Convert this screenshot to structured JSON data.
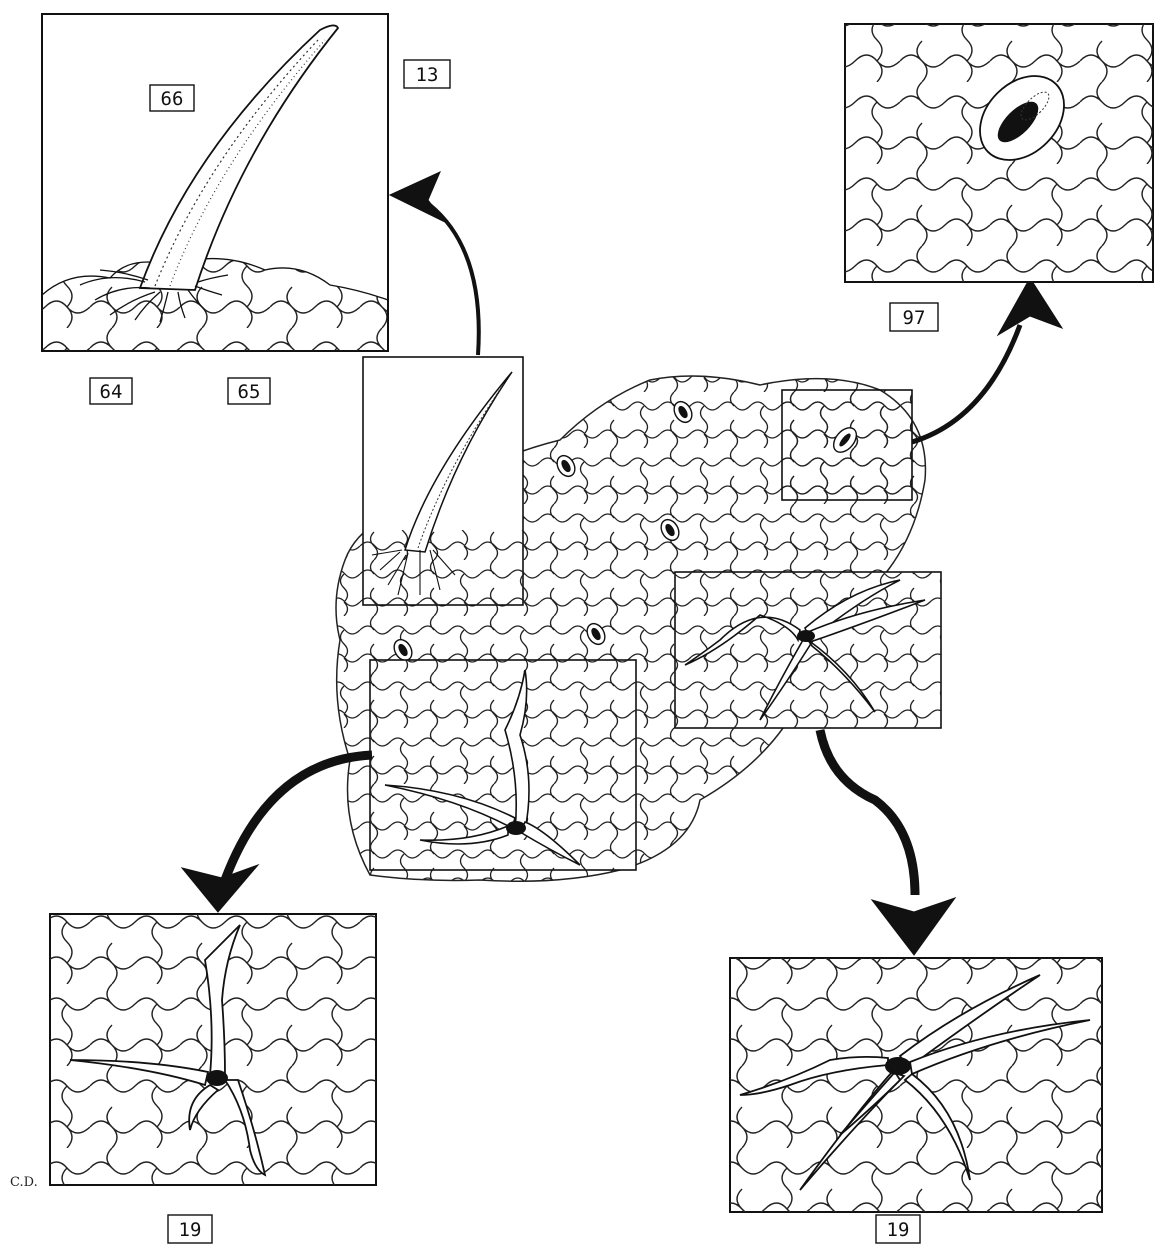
{
  "labels": {
    "trichome_panel_code": "13",
    "trichome_part_hair": "66",
    "trichome_part_base_left": "64",
    "trichome_part_base_right": "65",
    "stoma_panel_code": "97",
    "stellate_left_code": "19",
    "stellate_right_code": "19"
  },
  "signature": "C.D.",
  "colors": {
    "ink": "#111111",
    "paper": "#ffffff"
  }
}
